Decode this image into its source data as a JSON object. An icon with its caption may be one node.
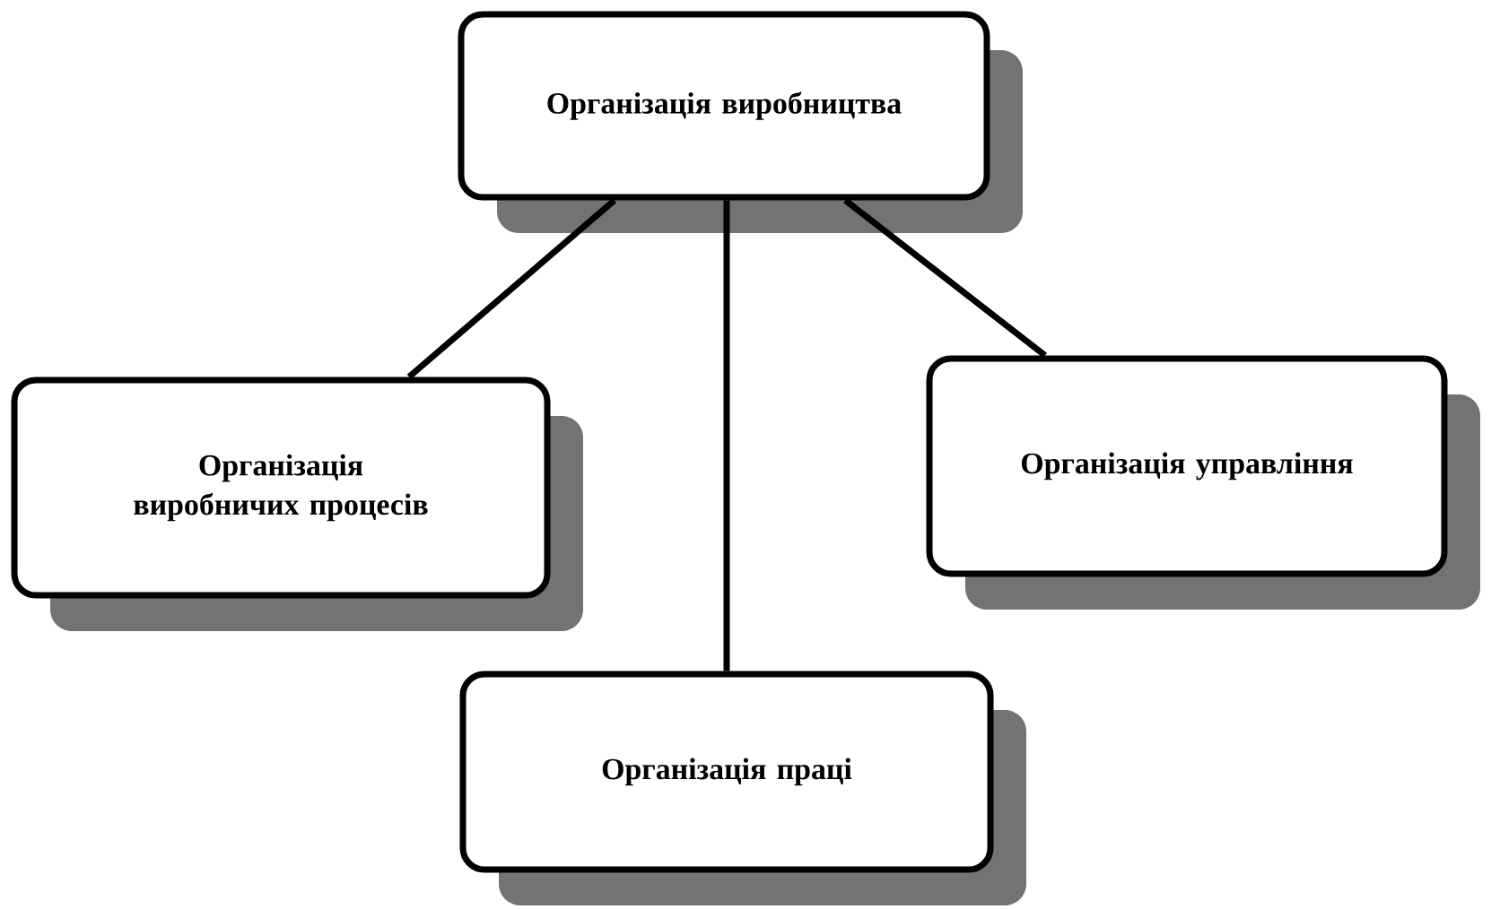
{
  "diagram": {
    "nodes": [
      {
        "text": [
          "Організація виробництва"
        ]
      },
      {
        "text": [
          "Організація виробничих процесів"
        ]
      },
      {
        "text": [
          "Організація праці"
        ]
      },
      {
        "text": [
          "Організація управління"
        ]
      }
    ],
    "edges": [
      {
        "from": 0,
        "to": 1,
        "arrow": "none"
      },
      {
        "from": 0,
        "to": 2,
        "arrow": "none"
      },
      {
        "from": 0,
        "to": 3,
        "arrow": "none"
      }
    ]
  }
}
